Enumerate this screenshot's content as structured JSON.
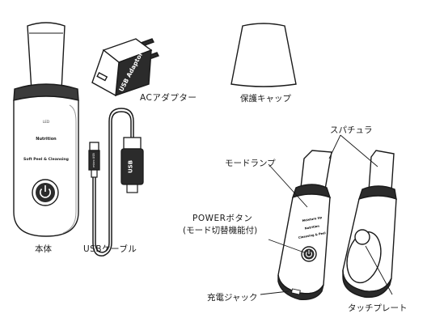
{
  "labels": {
    "adapter": "ACアダプター",
    "cap": "保護キャップ",
    "body": "本体",
    "cable": "USBケーブル",
    "spatula": "スパチュラ",
    "mode_lamp": "モードランプ",
    "power_button": "POWERボタン",
    "power_button_note": "(モード切替機能付)",
    "charging_jack": "充電ジャック",
    "touch_plate": "タッチプレート"
  },
  "device_print": {
    "indicator": "LED",
    "brand": "Nutrition",
    "modes": "Soft Peel & Cleansing",
    "side_line1": "Moisture Up",
    "side_line2": "Nutrition",
    "side_line3": "Cleansing & Peel"
  },
  "adapter_print": {
    "text": "USB Adaptor"
  },
  "cable_print": {
    "plug": "USB",
    "micro": "micro USB"
  }
}
